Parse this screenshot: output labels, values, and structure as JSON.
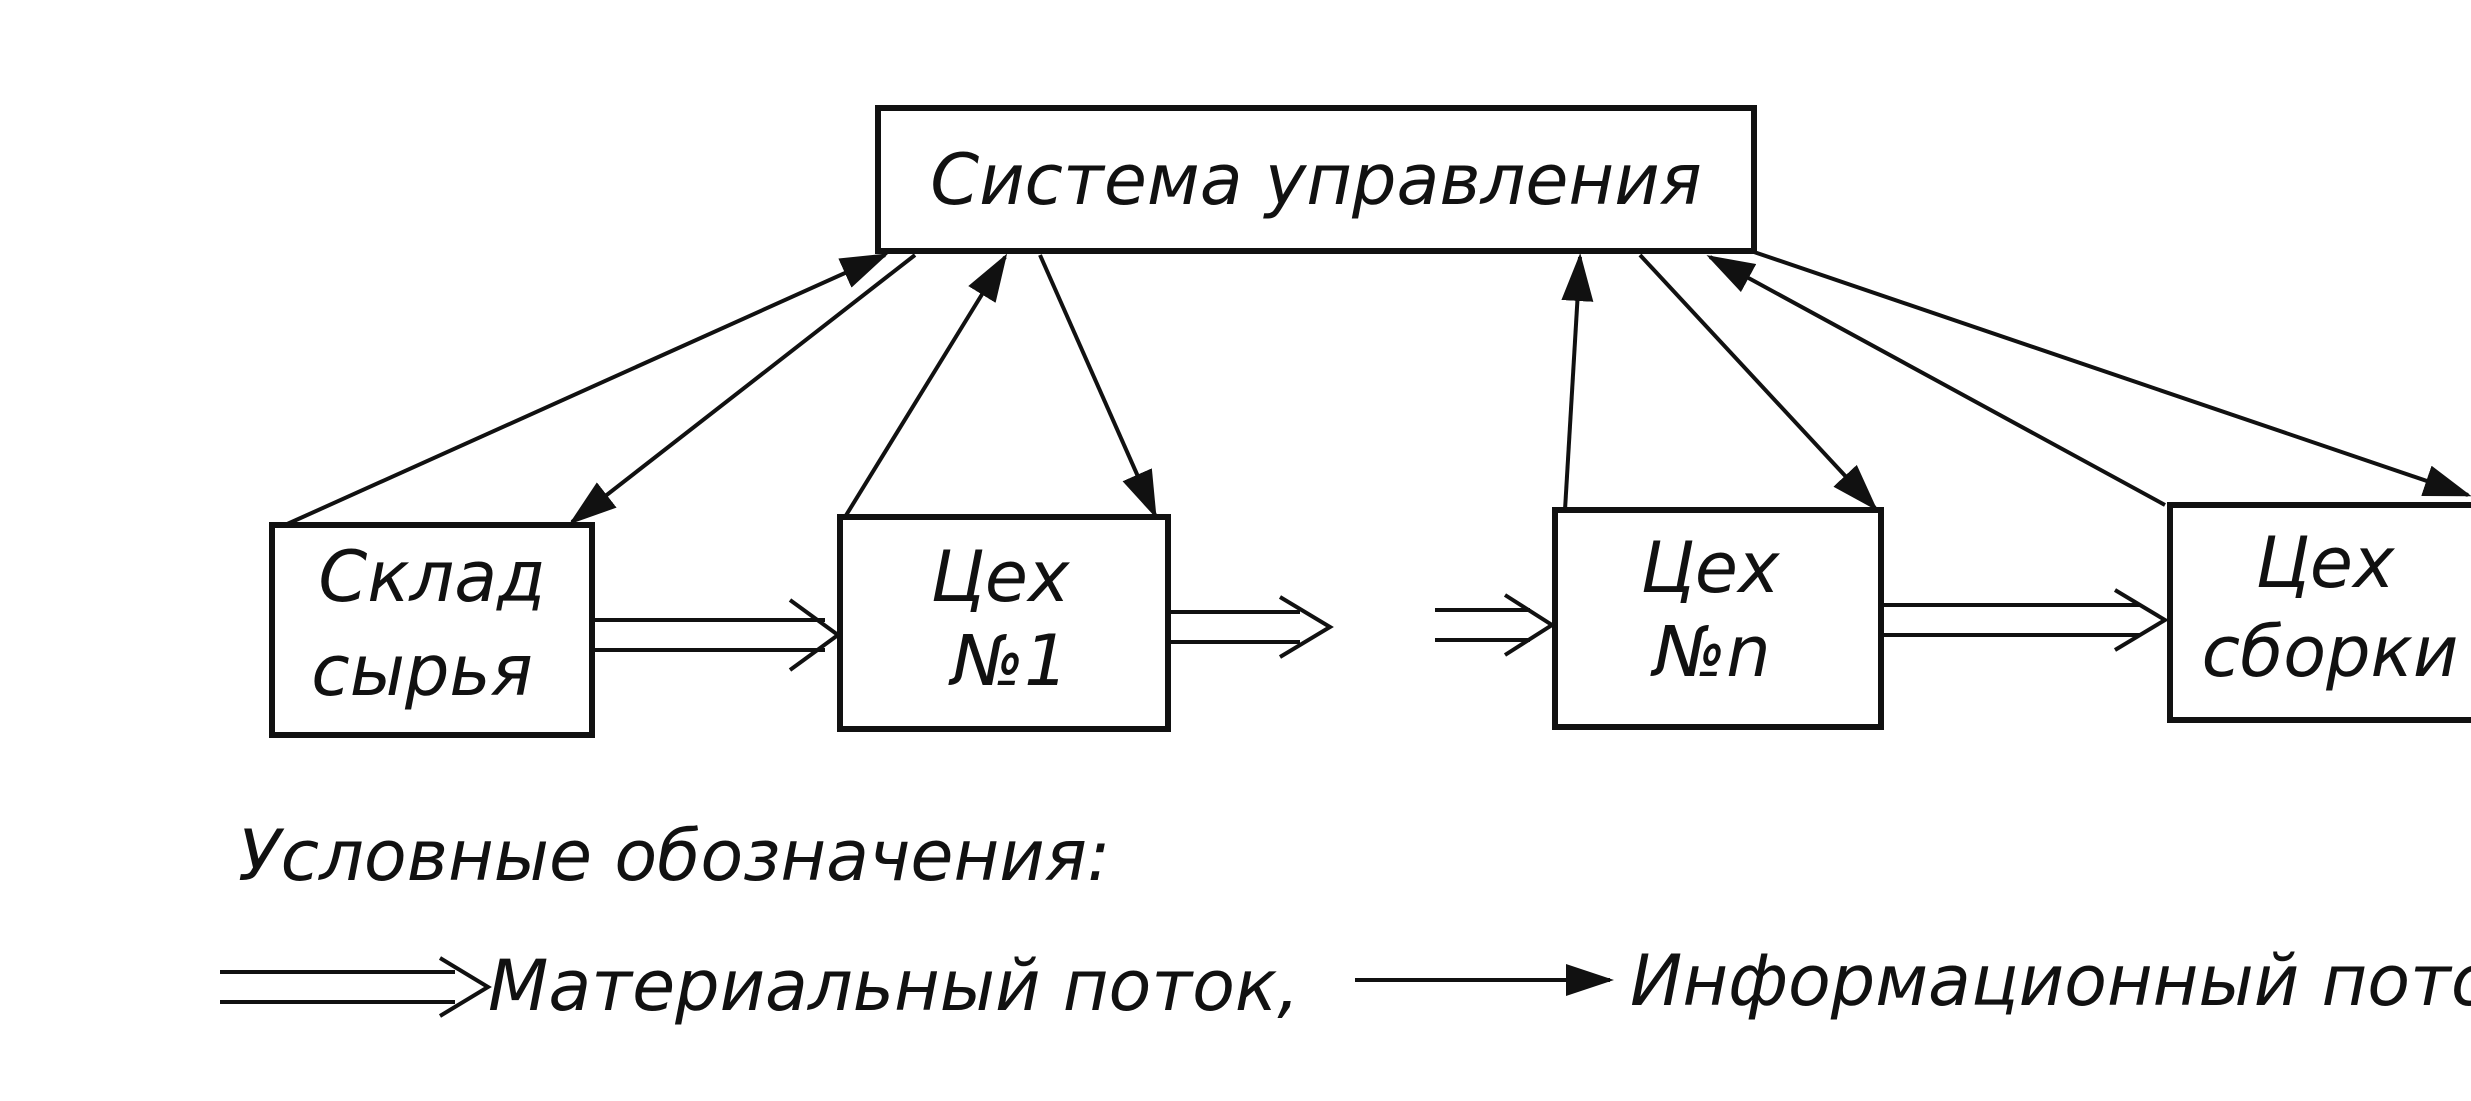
{
  "boxes": {
    "control": {
      "line1": "Система управления"
    },
    "raw_storage": {
      "line1": "Склад",
      "line2": "сырья"
    },
    "shop_1": {
      "line1": "Цех",
      "line2": "№1"
    },
    "shop_n": {
      "line1": "Цех",
      "line2": "№n"
    },
    "assembly": {
      "line1": "Цех",
      "line2": "сборки"
    }
  },
  "legend": {
    "title": "Условные обозначения:",
    "material_flow": "Материальный поток,",
    "information_flow": "Информационный пото"
  },
  "colors": {
    "ink": "#111111",
    "background": "#ffffff"
  }
}
